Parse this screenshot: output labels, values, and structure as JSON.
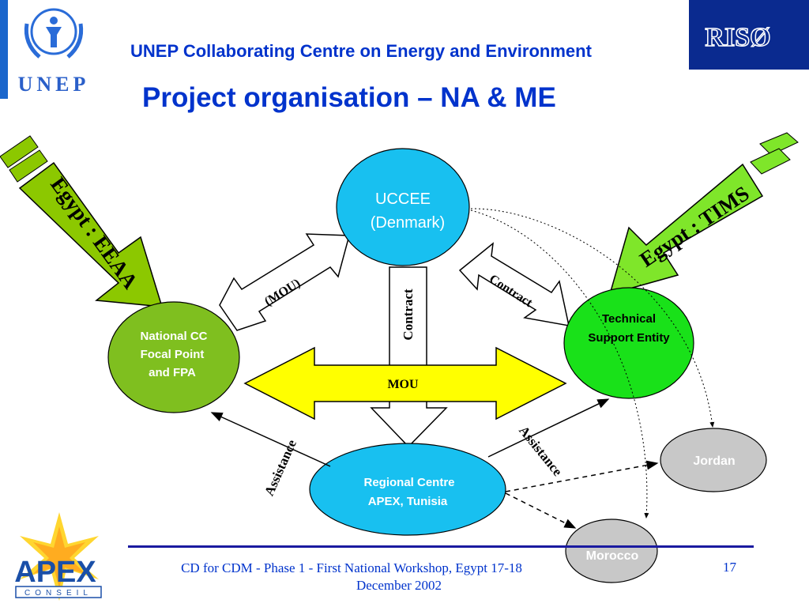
{
  "header": {
    "org_title": "UNEP Collaborating Centre on Energy and Environment",
    "slide_title": "Project organisation – NA & ME"
  },
  "logos": {
    "unep_text": "UNEP",
    "riso_text": "RISØ",
    "apex_text": "APEX",
    "apex_sub": "CONSEIL"
  },
  "nodes": {
    "uccee_line1": "UCCEE",
    "uccee_line2": "(Denmark)",
    "national_line1": "National CC",
    "national_line2": "Focal Point",
    "national_line3": "and FPA",
    "technical_line1": "Technical",
    "technical_line2": "Support Entity",
    "regional_line1": "Regional Centre",
    "regional_line2": "APEX, Tunisia",
    "jordan": "Jordan",
    "morocco": "Morocco"
  },
  "arrows": {
    "eeaa": "Egypt : EEAA",
    "tims": "Egypt : TIMS",
    "mou_left": "(MOU)",
    "contract_center": "Contract",
    "contract_right": "Contract",
    "mou_center": "MOU",
    "assistance_left": "Assistance",
    "assistance_right": "Assistance"
  },
  "footer": {
    "line1": "CD for CDM - Phase 1 - First National Workshop, Egypt 17-18",
    "line2": "December 2002",
    "page": "17"
  },
  "colors": {
    "title_blue": "#0033cc",
    "uccee_fill": "#18c0f0",
    "national_fill": "#7fbf1f",
    "technical_fill": "#19e119",
    "regional_fill": "#18c0f0",
    "gray_fill": "#c8c8c8",
    "mou_fill": "#ffff00",
    "eeaa_fill": "#8cc800",
    "tims_fill": "#7fe62a"
  }
}
